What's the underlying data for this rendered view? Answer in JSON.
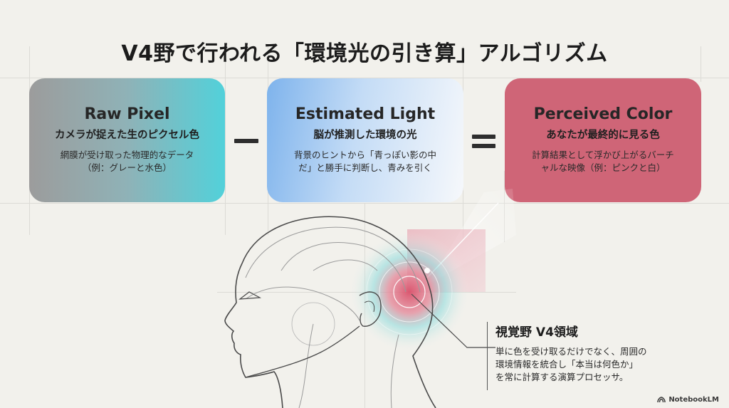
{
  "title": "V4野で行われる「環境光の引き算」アルゴリズム",
  "cards": [
    {
      "title": "Raw Pixel",
      "subtitle": "カメラが捉えた生のピクセル色",
      "description_line1": "網膜が受け取った物理的なデータ",
      "description_line2": "（例：グレーと水色）",
      "gradient": [
        "#9c9c9c",
        "#52d1da"
      ]
    },
    {
      "title": "Estimated Light",
      "subtitle": "脳が推測した環境の光",
      "description_line1": "背景のヒントから「青っぽい影の中",
      "description_line2": "だ」と勝手に判断し、青みを引く",
      "gradient": [
        "#7eb3ec",
        "#f6f8fb"
      ]
    },
    {
      "title": "Perceived Color",
      "subtitle": "あなたが最終的に見る色",
      "description_line1": "計算結果として浮かび上がるバーチ",
      "description_line2": "ャルな映像（例：ピンクと白）",
      "color": "#cf6577"
    }
  ],
  "operators": {
    "minus": "minus-sign",
    "equals": "equals-sign"
  },
  "callout": {
    "title": "視覚野 V4領域",
    "line1": "単に色を受け取るだけでなく、周囲の",
    "line2": "環境情報を統合し「本当は何色か」",
    "line3": "を常に計算する演算プロセッサ。"
  },
  "watermark": {
    "label": "NotebookLM",
    "icon": "notebooklm-logo-icon"
  }
}
